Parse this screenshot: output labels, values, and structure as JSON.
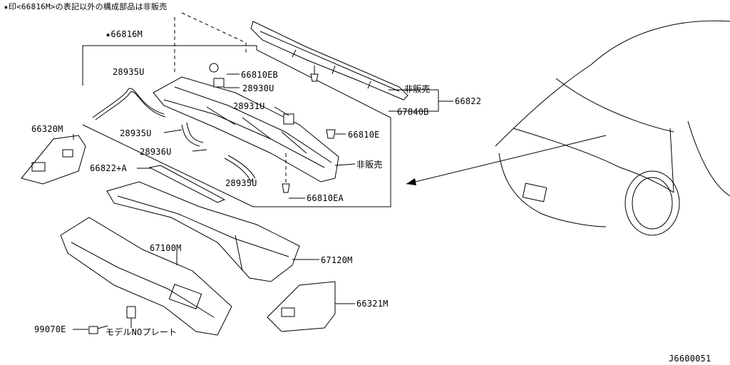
{
  "header_note": "★印<66816M>の表記以外の構成部品は非販売",
  "assembly_label": "★66816M",
  "figure_code": "J6600051",
  "callouts": {
    "p28935U_a": "28935U",
    "p66810EB": "66810EB",
    "p28930U": "28930U",
    "p28931U": "28931U",
    "p28935U_b": "28935U",
    "p66810E": "66810E",
    "p28936U": "28936U",
    "p_not_sold_a": "非販売",
    "p28935U_c": "28935U",
    "p66810EA": "66810EA",
    "p_not_sold_b": "非販売",
    "p66822": "66822",
    "p67840B": "67840B",
    "p66320M": "66320M",
    "p66822A": "66822+A",
    "p67100M": "67100M",
    "p67120M": "67120M",
    "p66321M": "66321M",
    "p99070E": "99070E",
    "p_model_plate": "モデルNOプレート"
  }
}
